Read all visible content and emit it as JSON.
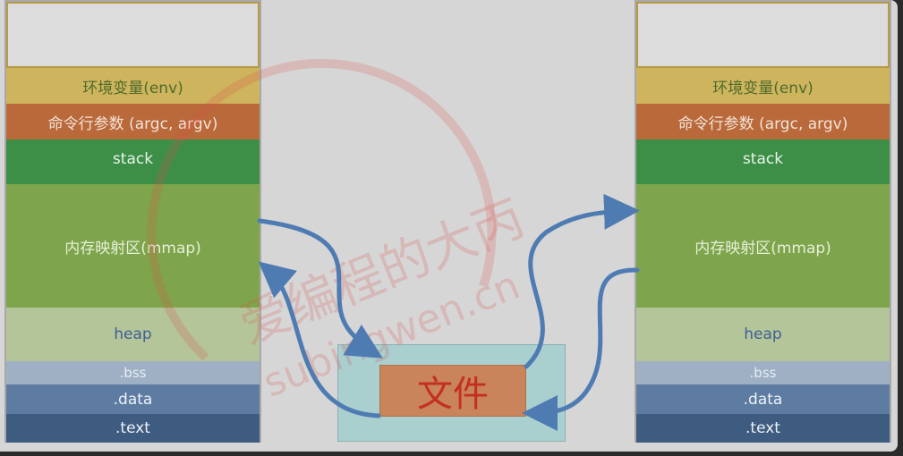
{
  "memory_layout": {
    "env": "环境变量(env)",
    "args": "命令行参数 (argc, argv)",
    "stack": "stack",
    "mmap": "内存映射区(mmap)",
    "heap": "heap",
    "bss": ".bss",
    "data": ".data",
    "text": ".text"
  },
  "file": {
    "label": "文件"
  },
  "watermark": {
    "line1": "爱编程的大丙",
    "line2": "subingwen.cn"
  },
  "colors": {
    "arrow": "#4f7bb3",
    "env": "#cfb45e",
    "args": "#b9693a",
    "stack": "#3d8f48",
    "mmap": "#7ea54b",
    "heap": "#b4c59a",
    "bss": "#9fb0c4",
    "data": "#5e7ca2",
    "text": "#3e5b80",
    "file_box": "#a9cfcf",
    "file_inner": "#c9845b"
  }
}
